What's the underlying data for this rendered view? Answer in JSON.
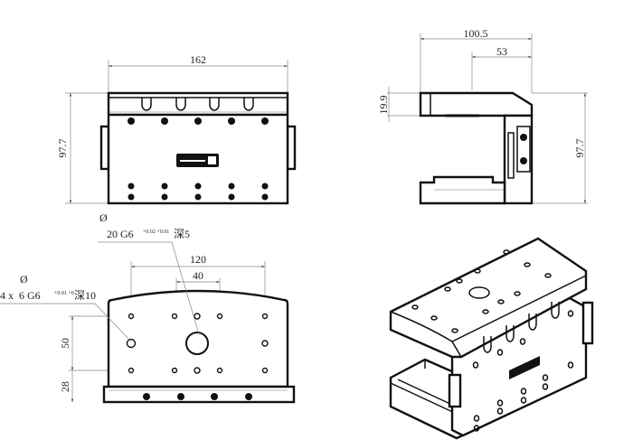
{
  "front_view": {
    "width_dim": "162",
    "height_dim": "97.7"
  },
  "side_view": {
    "depth_dim": "100.5",
    "offset_dim": "53",
    "top_thickness_dim": "19.9",
    "height_dim": "97.7"
  },
  "top_view": {
    "hole_spacing_outer": "120",
    "hole_spacing_inner": "40",
    "row_spacing": "50",
    "edge_offset": "28",
    "center_hole_symbol": "Ø",
    "center_hole_note": "20 G6",
    "center_hole_tol": "+0.02 +0.01",
    "center_hole_depth": "深5",
    "pin_holes_symbol": "Ø",
    "pin_holes_note": "4 x  6 G6",
    "pin_holes_tol": "+0.01 +0",
    "pin_holes_depth": "深10"
  }
}
